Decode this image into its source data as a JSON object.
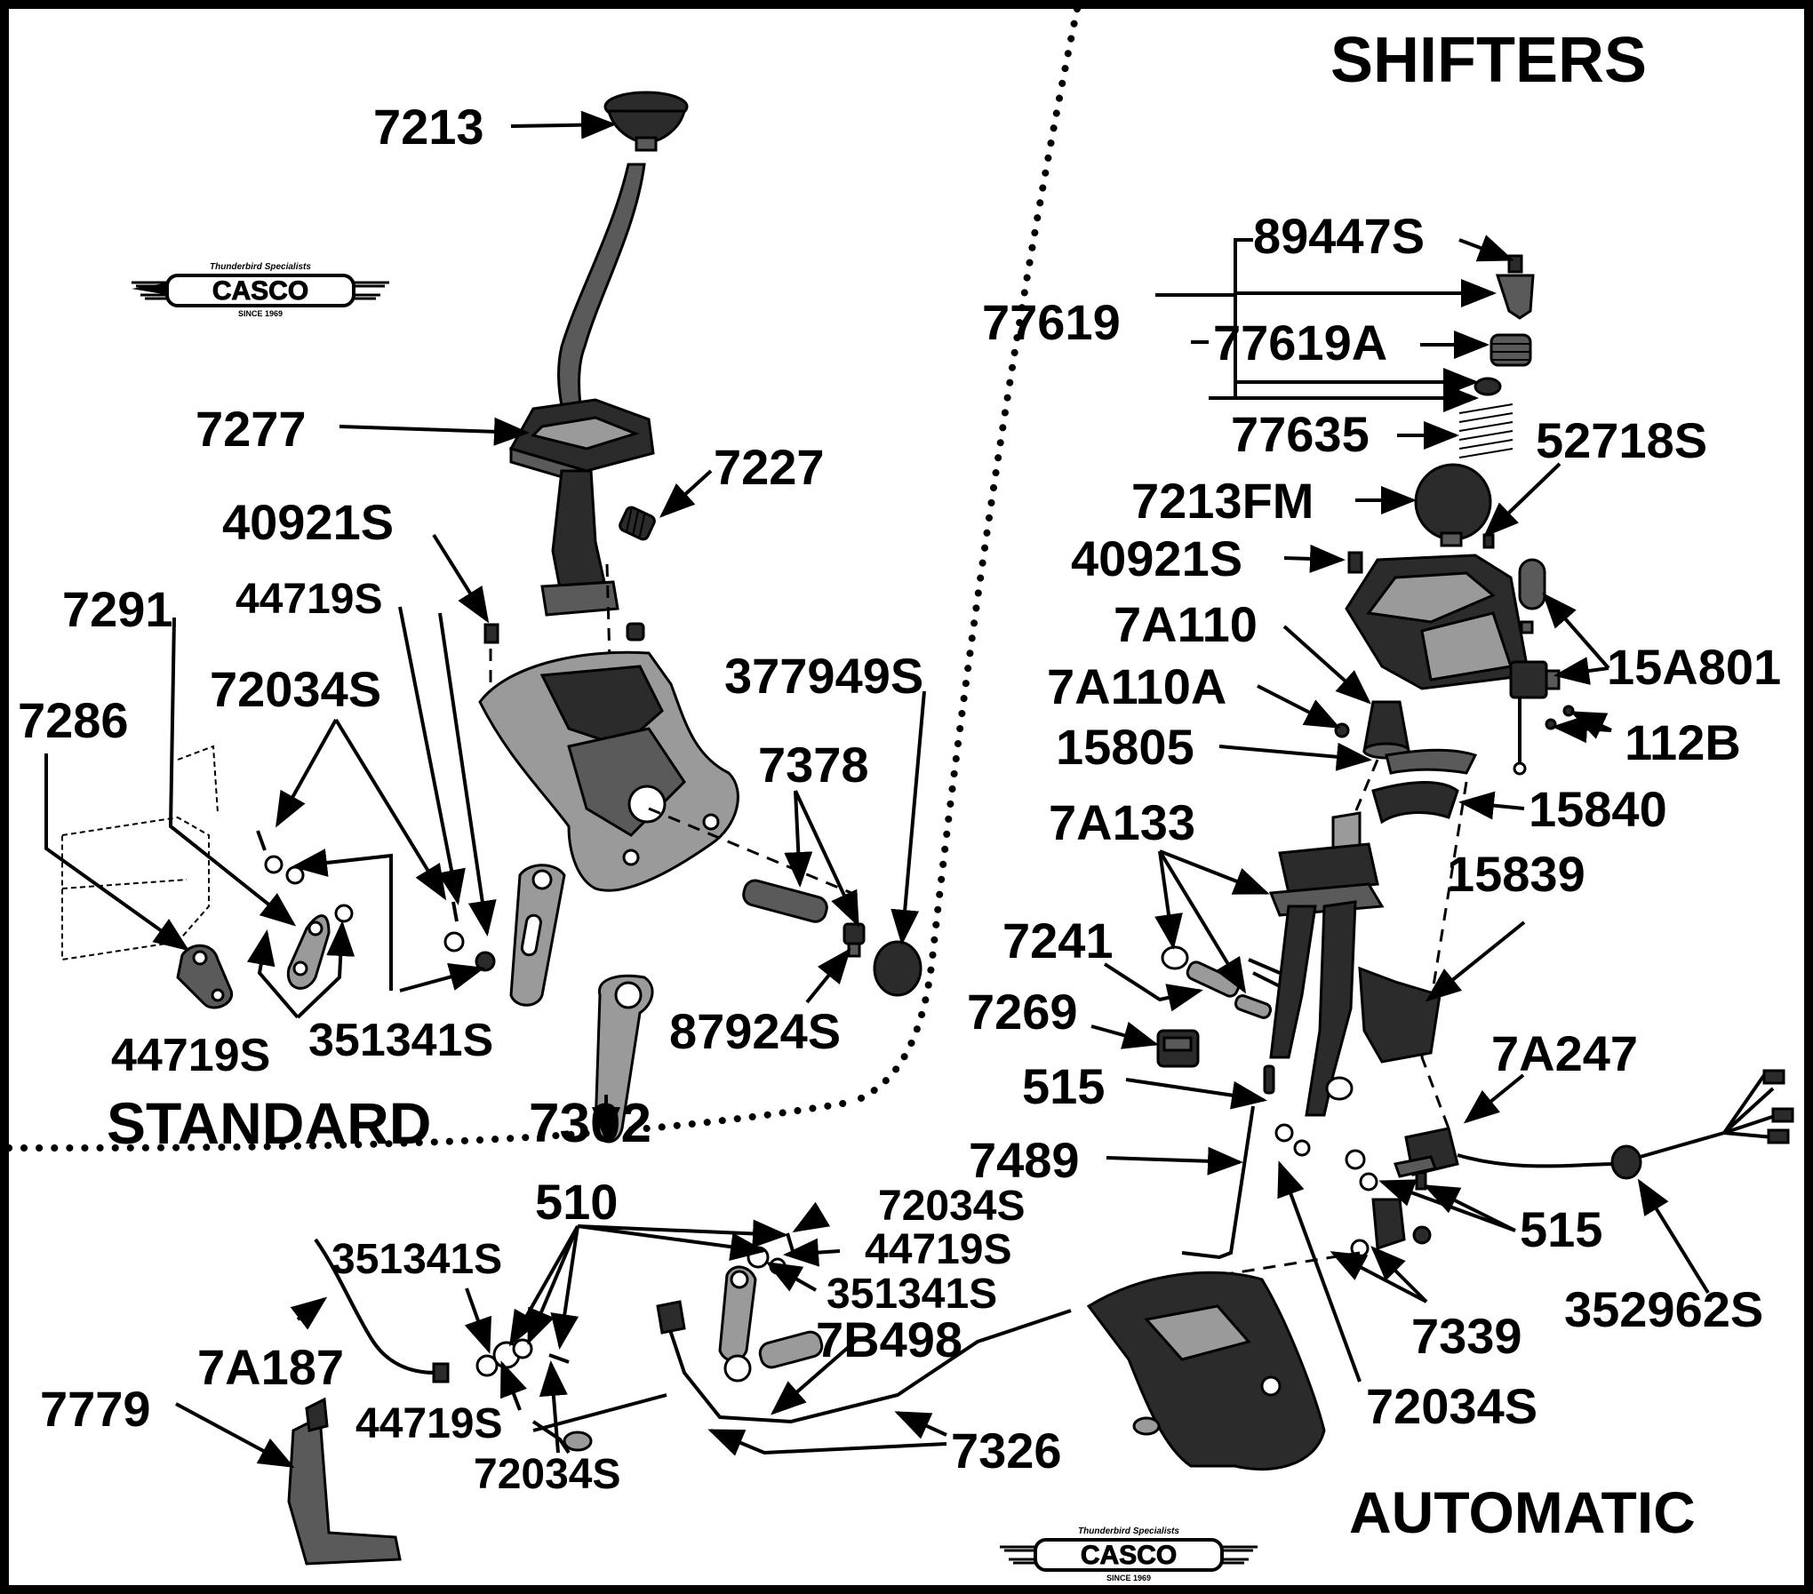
{
  "title": "SHIFTERS",
  "sections": {
    "standard": "STANDARD",
    "automatic": "AUTOMATIC"
  },
  "logo": {
    "tagline": "Thunderbird Specialists",
    "brand": "CASCO",
    "since": "SINCE 1969"
  },
  "parts": {
    "p7213": "7213",
    "p7277": "7277",
    "p7227": "7227",
    "p40921S_std": "40921S",
    "p44719S_top": "44719S",
    "p7291": "7291",
    "p72034S_std": "72034S",
    "p7286": "7286",
    "p377949S": "377949S",
    "p7378": "7378",
    "p87924S": "87924S",
    "p44719S_bot": "44719S",
    "p351341S_std": "351341S",
    "p7302": "7302",
    "p89447S": "89447S",
    "p77619": "77619",
    "p77619A": "77619A",
    "p77635": "77635",
    "p52718S": "52718S",
    "p7213FM": "7213FM",
    "p40921S_auto": "40921S",
    "p7A110": "7A110",
    "p7A110A": "7A110A",
    "p15A801": "15A801",
    "p112B": "112B",
    "p15805": "15805",
    "p15840": "15840",
    "p7A133": "7A133",
    "p15839": "15839",
    "p7241": "7241",
    "p7269": "7269",
    "p515_a": "515",
    "p7A247": "7A247",
    "p7489": "7489",
    "p515_b": "515",
    "p510": "510",
    "p72034S_a": "72034S",
    "p44719S_a": "44719S",
    "p351341S_a": "351341S",
    "p351341S_b": "351341S",
    "p7B498": "7B498",
    "p7A187": "7A187",
    "p7779": "7779",
    "p44719S_b": "44719S",
    "p72034S_b": "72034S",
    "p7326": "7326",
    "p7339": "7339",
    "p352962S": "352962S",
    "p72034S_c": "72034S"
  }
}
